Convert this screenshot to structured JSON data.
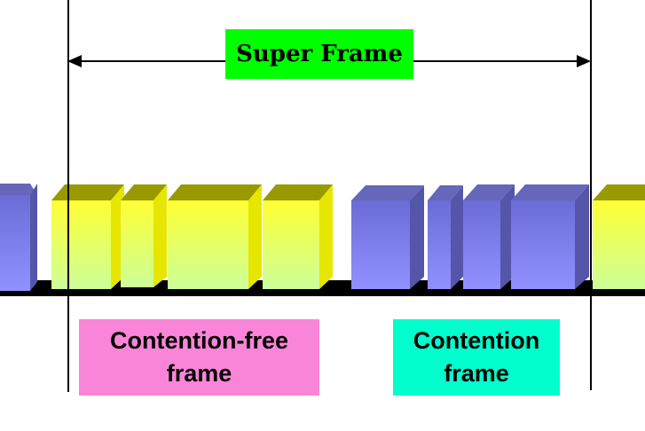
{
  "super_frame": {
    "label": "Super Frame"
  },
  "contention_free": {
    "line1": "Contention-free",
    "line2": "frame"
  },
  "contention": {
    "line1": "Contention",
    "line2": "frame"
  },
  "colors": {
    "super_label_bg": "#00ff00",
    "contention_free_bg": "#f985d8",
    "contention_bg": "#00ffcc",
    "yellow_top": "#ffff33",
    "yellow_bottom": "#ccff99",
    "yellow_side": "#e6e600",
    "yellow_lid": "#999900",
    "blue_front": "#8080ee",
    "blue_side": "#5555aa",
    "blue_lid": "#6666bb"
  }
}
